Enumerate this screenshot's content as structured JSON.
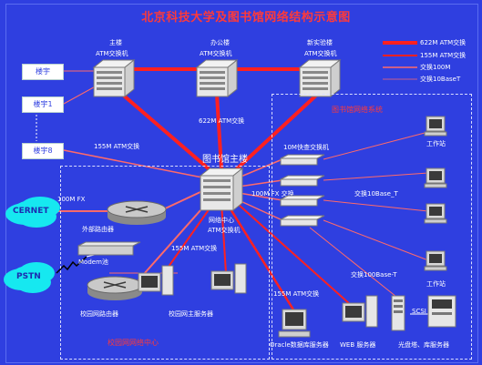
{
  "title": "北京科技大学及图书馆网络结构示意图",
  "legend": [
    {
      "label": "622M ATM交换",
      "color": "#ff2020",
      "weight": "thick"
    },
    {
      "label": "155M ATM交换",
      "color": "#ff2020",
      "weight": "medium"
    },
    {
      "label": "交换100M",
      "color": "#ff6a6a",
      "weight": "thin"
    },
    {
      "label": "交换10BaseT",
      "color": "#ff6a6a",
      "weight": "hair"
    }
  ],
  "top_switches": [
    {
      "name": "主楼",
      "type": "ATM交换机"
    },
    {
      "name": "办公楼",
      "type": "ATM交换机"
    },
    {
      "name": "新实验楼",
      "type": "ATM交换机"
    }
  ],
  "buildings": [
    "楼宇",
    "楼宇1",
    "楼宇8"
  ],
  "center": {
    "name": "图书馆主楼",
    "hub": "网络中心",
    "hub_type": "ATM交换机"
  },
  "links": {
    "top_622": "622M ATM交换",
    "left_155": "155M ATM交换",
    "lib_10m": "10M快查交换机",
    "lib_100m": "100M FX 交换",
    "lib_10baseT": "交换10Base_T",
    "lib_100baseT": "交换100Base-T",
    "cernet_100mfx": "100M FX",
    "campus_155": "155M ATM交换",
    "bottom_155": "155M ATM交换",
    "scsi": "SCSI"
  },
  "library_section": "图书馆网络系统",
  "campus_section": "校园网网络中心",
  "clouds": [
    "CERNET",
    "PSTN"
  ],
  "devices": {
    "external_router": "外部路由器",
    "modem": "Modem池",
    "campus_router": "校园网路由器",
    "campus_server": "校园网主服务器",
    "workstation": "工作站",
    "workstation2": "工作站",
    "oracle_server": "Oracle数据库服务器",
    "web_server": "WEB 服务器",
    "optical": "光盘塔、库服务器"
  }
}
